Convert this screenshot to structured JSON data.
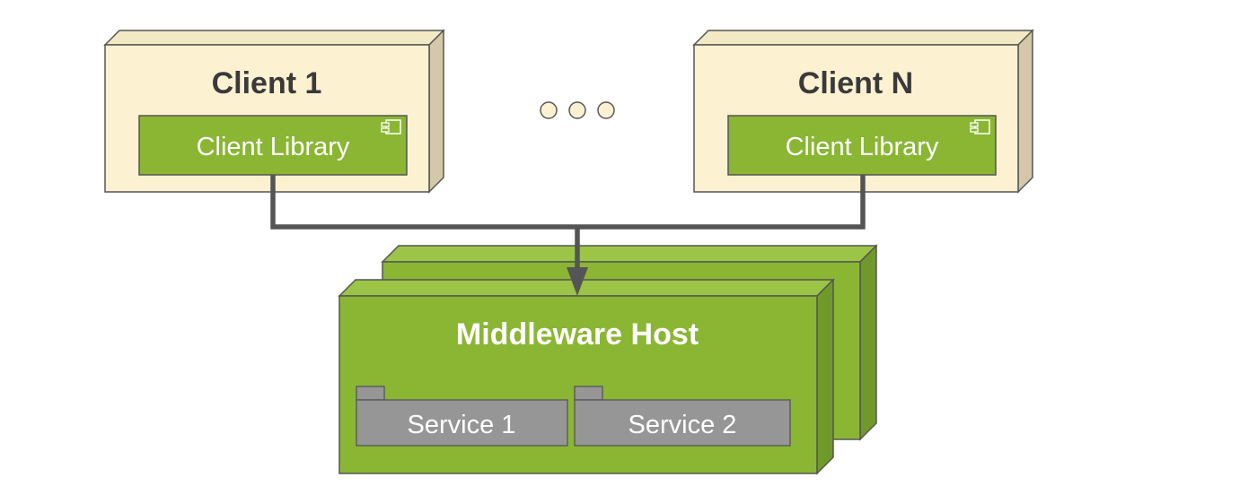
{
  "client_1": {
    "title": "Client 1",
    "library": "Client Library"
  },
  "client_n": {
    "title": "Client N",
    "library": "Client Library"
  },
  "middleware": {
    "title": "Middleware Host",
    "services": [
      "Service 1",
      "Service 2"
    ]
  },
  "colors": {
    "client_face": "#fcf2d2",
    "client_side": "#d3c8a7",
    "client_top": "#f3e9c4",
    "green": "#8ab634",
    "green_top": "#9cc446",
    "green_side": "#6f9a2a",
    "service": "#969696",
    "connector": "#555555",
    "text_dark": "#3a3a3a"
  }
}
